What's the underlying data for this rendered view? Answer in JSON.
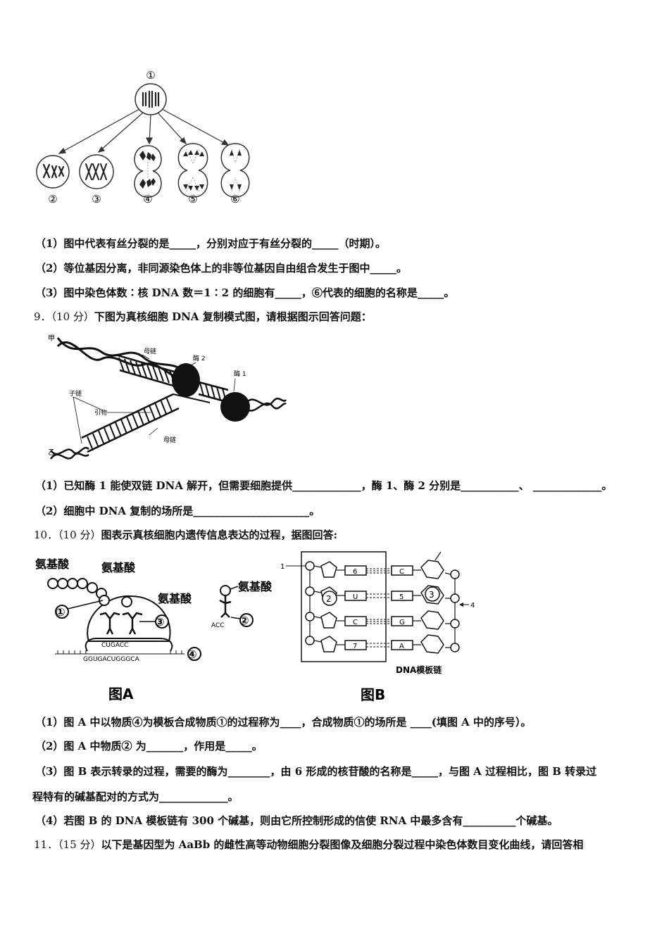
{
  "fig8": {
    "labels": [
      "①",
      "②",
      "③",
      "④",
      "⑤",
      "⑥"
    ]
  },
  "q8": {
    "lines": [
      "（1）图中代表有丝分裂的是_____，分别对应于有丝分裂的_____（时期）。",
      "（2）等位基因分离，非同源染色体上的非等位基因自由组合发生于图中_____。",
      "（3）图中染色体数∶核 DNA 数＝1∶2 的细胞有_____，⑥代表的细胞的名称是_____。"
    ]
  },
  "q9": {
    "num": "9．",
    "score": "（10 分）",
    "stem": "下图为真核细胞 DNA 复制模式图，请根据图示回答问题：",
    "fig": {
      "jia": "甲",
      "yi": "乙",
      "mulian_top": "母链",
      "mulian_bottom": "母链",
      "mei2": "酶 2",
      "mei1": "酶 1",
      "zilian": "子链",
      "yinwu": "引物"
    },
    "lines": [
      "（1）已知酶 1 能使双链 DNA 解开，但需要细胞提供_____________，酶 1、酶 2 分别是___________、 _____________。",
      "（2）细胞中 DNA 复制的场所是______________________。"
    ]
  },
  "q10": {
    "num": "10．",
    "score": "（10 分）",
    "stem": "图表示真核细胞内遗传信息表达的过程，据图回答:",
    "figA": {
      "aa1": "氨基酸",
      "aa2": "氨基酸",
      "aa3": "氨基酸",
      "aa4": "氨基酸",
      "n1": "①",
      "n2": "②",
      "n3": "③",
      "n4": "④",
      "anticodon": "CUGACC",
      "mrna": "GGUGACUGGGCA",
      "acc": "ACC",
      "caption": "图A"
    },
    "figB": {
      "n1": "1",
      "n2": "2",
      "n3": "3",
      "n4": "4",
      "left_bases": [
        "6",
        "U",
        "C",
        "7"
      ],
      "right_bases": [
        "C",
        "5",
        "G",
        "A"
      ],
      "label": "DNA模板链",
      "caption": "图B"
    },
    "lines": [
      "（1）图 A 中以物质④为模板合成物质①的过程称为____，合成物质①的场所是 ____(填图 A 中的序号）。",
      "（2）图 A 中物质② 为_______，作用是_____。",
      "（3）图 B 表示转录的过程，需要的酶为________，由 6 形成的核苷酸的名称是_____，与图 A 过程相比，图 B 转录过",
      "程特有的碱基配对的方式为_____________。",
      "（4）若图 B 的 DNA 模板链有 300 个碱基，则由它所控制形成的信使 RNA 中最多含有__________个碱基。"
    ]
  },
  "q11": {
    "num": "11．",
    "score": "（15 分）",
    "stem": "以下是基因型为 AaBb 的雌性高等动物细胞分裂图像及细胞分裂过程中染色体数目变化曲线，请回答相"
  }
}
